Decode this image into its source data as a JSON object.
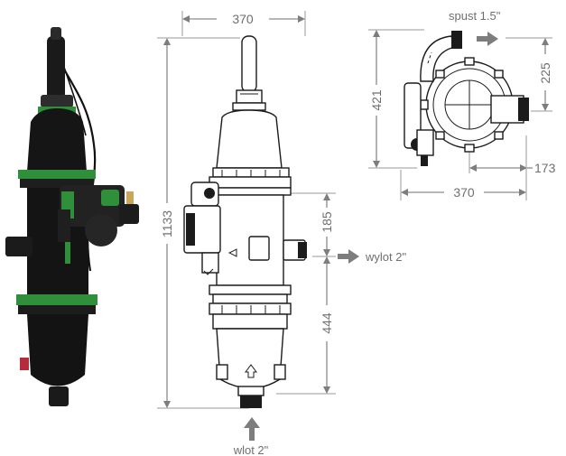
{
  "colors": {
    "dimension_gray": "#7d7d7d",
    "product_black": "#1b1b1b",
    "accent_green": "#2f8f3a",
    "valve_red": "#b52b3c"
  },
  "front_view": {
    "width": "370",
    "height": "1133",
    "outlet_offset": "185",
    "inlet_distance": "444",
    "outlet_label": "wylot 2\"",
    "inlet_label": "wlot 2\""
  },
  "top_view": {
    "drain_label": "spust 1.5\"",
    "depth": "421",
    "drain_offset": "225",
    "width": "370",
    "side_offset": "173"
  }
}
